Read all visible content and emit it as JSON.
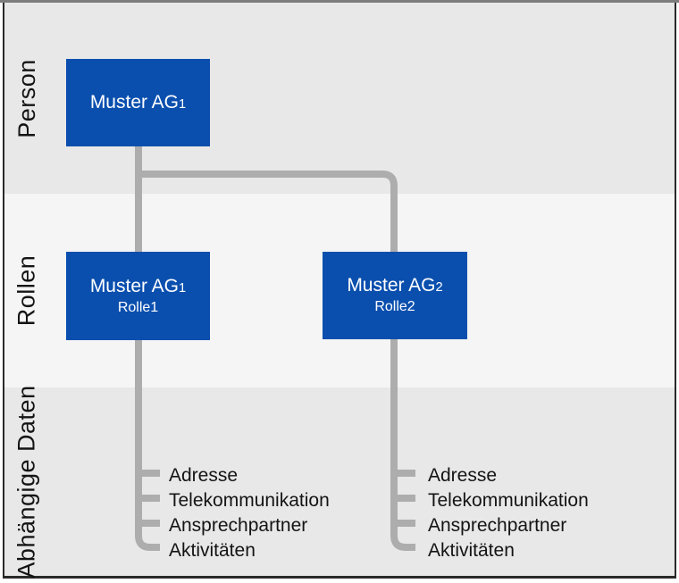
{
  "diagram": {
    "bands": [
      {
        "label": "Person"
      },
      {
        "label": "Rollen"
      },
      {
        "label": "Abhängige Daten"
      }
    ],
    "nodes": [
      {
        "title": "Muster AG",
        "subscript": "1"
      },
      {
        "title": "Muster AG",
        "subscript": "1",
        "role": "Rolle1"
      },
      {
        "title": "Muster AG",
        "subscript": "2",
        "role": "Rolle2"
      }
    ],
    "dependent_data": [
      {
        "items": [
          "Adresse",
          "Telekommunikation",
          "Ansprechpartner",
          "Aktivitäten"
        ]
      },
      {
        "items": [
          "Adresse",
          "Telekommunikation",
          "Ansprechpartner",
          "Aktivitäten"
        ]
      }
    ]
  },
  "colors": {
    "band_dark": "#e8e8e8",
    "band_light": "#f5f5f5",
    "node_blue": "#0a4fae",
    "node_text": "#ffffff",
    "connector_gray": "#adadad",
    "text_black": "#141414",
    "frame_dark": "#2a2a2a",
    "frame_top": "#7d7d7d"
  }
}
